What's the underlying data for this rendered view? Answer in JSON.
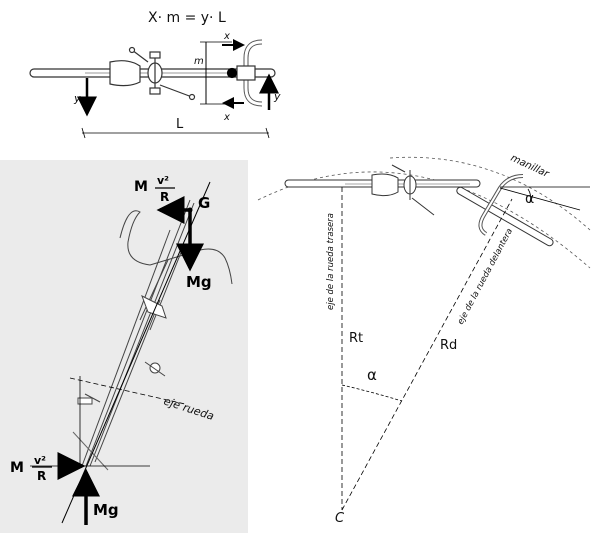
{
  "top": {
    "equation": "X· m = y· L",
    "label_x_top": "x",
    "label_x_bottom": "x",
    "label_m": "m",
    "label_y_left": "y",
    "label_y_right": "y",
    "label_L": "L"
  },
  "left": {
    "label_M_top": "M",
    "frac_num_top": "v²",
    "frac_den_top": "R",
    "label_G": "G",
    "label_Mg_top": "Mg",
    "label_eje_rueda": "eje rueda",
    "label_M_bottom": "M",
    "frac_num_bottom": "v²",
    "frac_den_bottom": "R",
    "label_Mg_bottom": "Mg"
  },
  "right": {
    "label_manillar": "manillar",
    "label_alpha_top": "α",
    "label_eje_trasera": "eje de la rueda trasera",
    "label_eje_delantera": "eje de la rueda delantera",
    "label_Rt": "Rt",
    "label_Rd": "Rd",
    "label_alpha_bottom": "α",
    "label_C": "C"
  }
}
